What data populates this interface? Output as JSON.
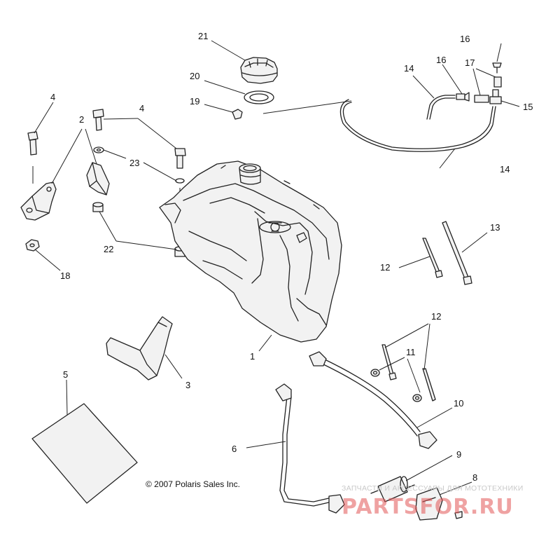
{
  "callouts": {
    "c1": "1",
    "c2": "2",
    "c3": "3",
    "c4a": "4",
    "c4b": "4",
    "c5": "5",
    "c6": "6",
    "c8": "8",
    "c9": "9",
    "c10": "10",
    "c11": "11",
    "c12a": "12",
    "c12b": "12",
    "c13": "13",
    "c14a": "14",
    "c14b": "14",
    "c15": "15",
    "c16a": "16",
    "c16b": "16",
    "c17": "17",
    "c18": "18",
    "c19": "19",
    "c20": "20",
    "c21": "21",
    "c22": "22",
    "c23": "23"
  },
  "copyright": "© 2007 Polaris Sales Inc.",
  "watermark": {
    "tagline": "ЗАПЧАСТИ И АКСЕССУАРЫ ДЛЯ МОТОТЕХНИКИ",
    "brand": "PARTSFOR.RU"
  },
  "colors": {
    "line": "#222222",
    "watermark_red": "#e25656"
  }
}
